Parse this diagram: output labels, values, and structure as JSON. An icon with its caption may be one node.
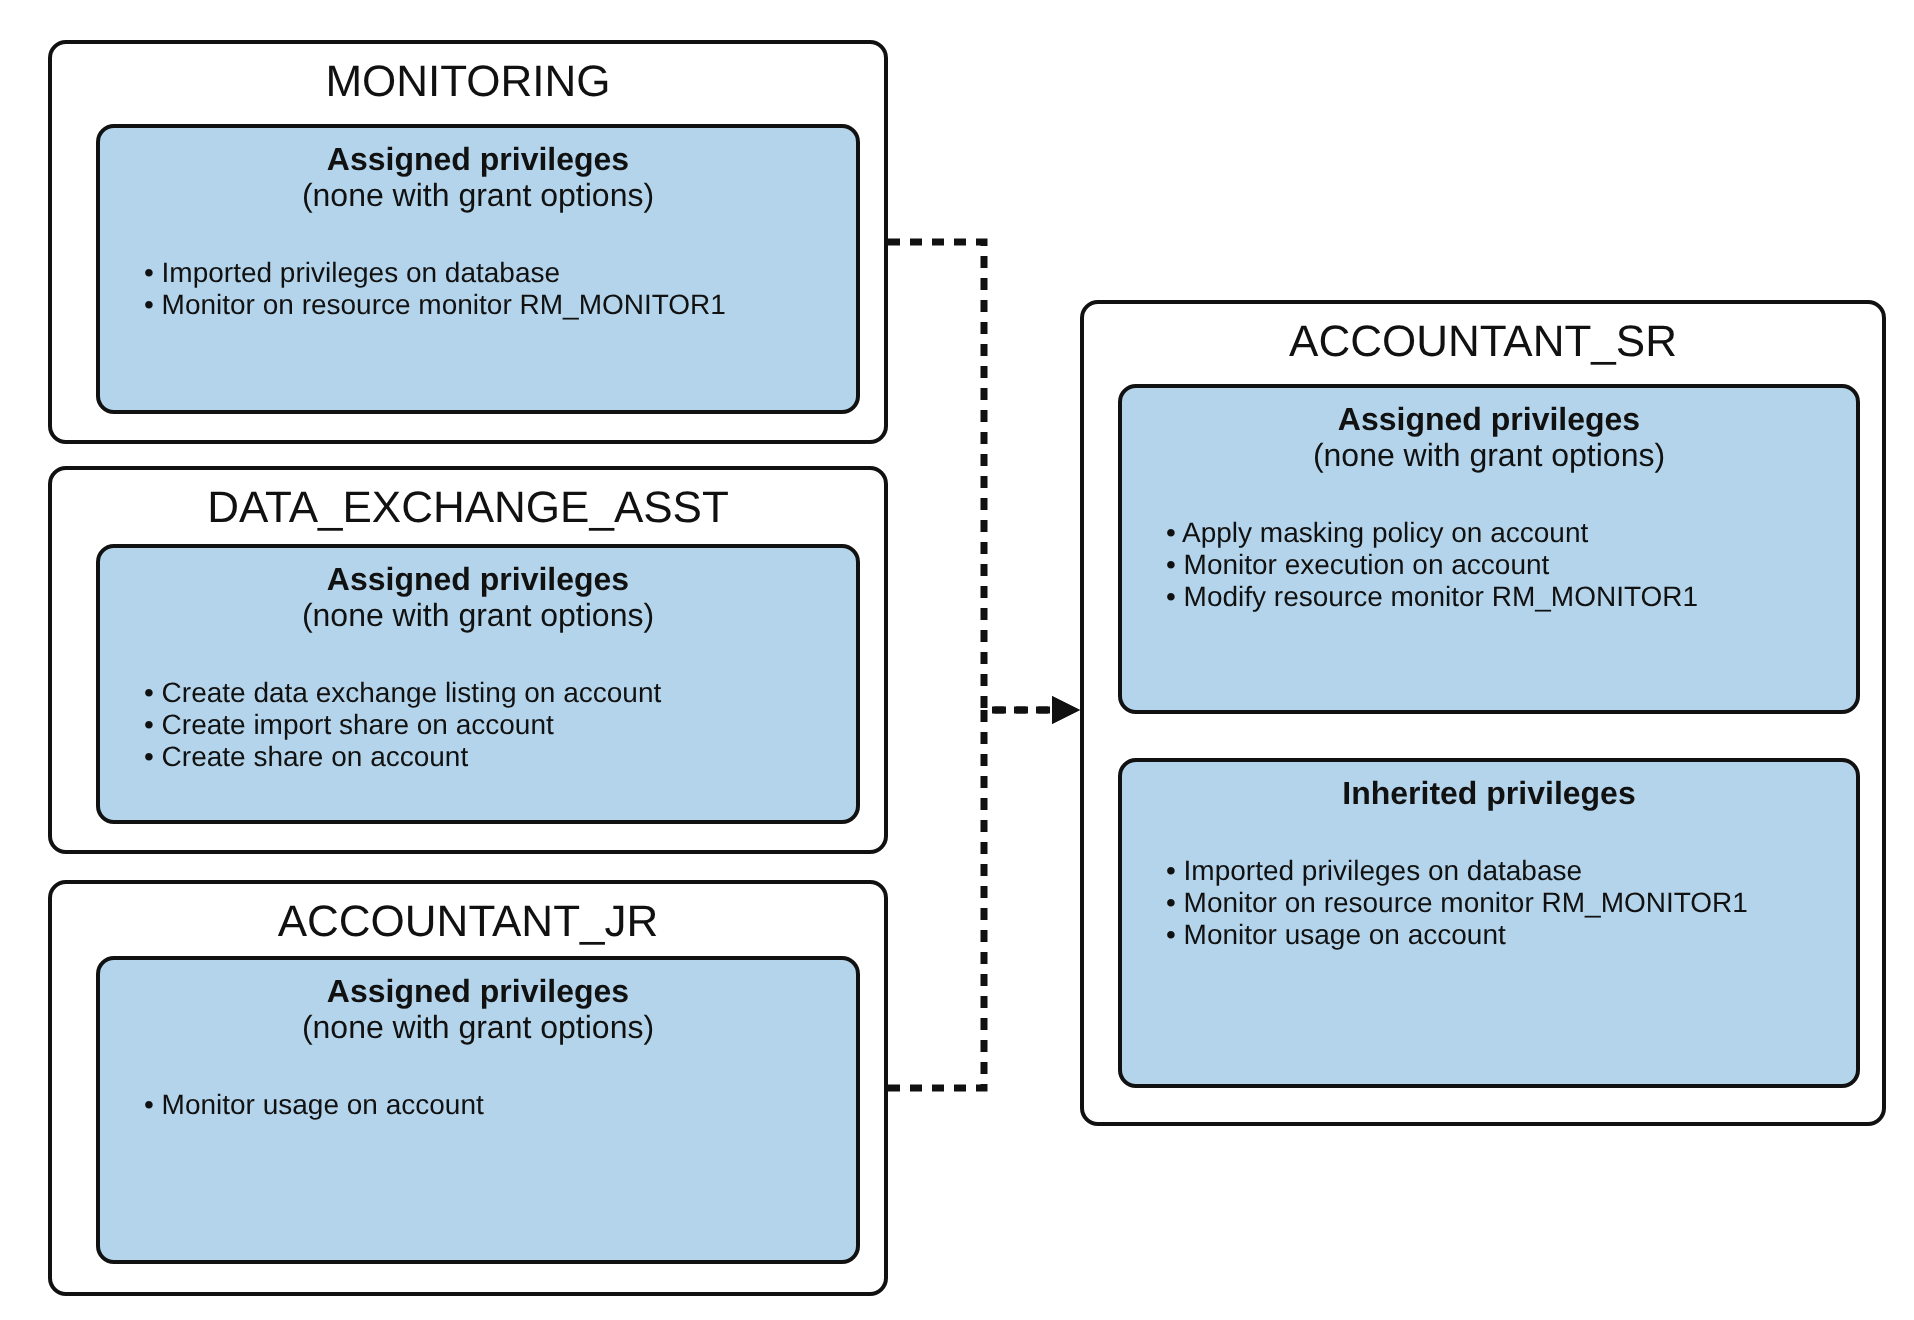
{
  "diagram": {
    "nodes": [
      {
        "text": [
          "MONITORING"
        ]
      },
      {
        "text": [
          "Assigned privileges",
          "(none with grant options)",
          "• Imported privileges on database",
          "• Monitor on resource monitor RM_MONITOR1"
        ],
        "in": 0
      },
      {
        "text": [
          "DATA_EXCHANGE_ASST"
        ]
      },
      {
        "text": [
          "Assigned privileges",
          "(none with grant options)",
          "• Create data exchange listing on account",
          "• Create import share on account",
          "• Create share on account"
        ],
        "in": 2
      },
      {
        "text": [
          "ACCOUNTANT_JR"
        ]
      },
      {
        "text": [
          "Assigned privileges",
          "(none with grant options)",
          "• Monitor usage on account"
        ],
        "in": 4
      },
      {
        "text": [
          "ACCOUNTANT_SR"
        ]
      },
      {
        "text": [
          "Assigned privileges",
          "(none with grant options)",
          "• Apply masking policy on account",
          "• Monitor execution on account",
          "• Modify resource monitor RM_MONITOR1"
        ],
        "in": 6
      },
      {
        "text": [
          "Inherited privileges",
          "• Imported privileges on database",
          "• Monitor on resource monitor RM_MONITOR1",
          "• Monitor usage on account"
        ],
        "in": 6
      }
    ],
    "edges": [
      {
        "from": 0,
        "to": 6,
        "arrow": "to",
        "style": "dashed"
      },
      {
        "from": 4,
        "to": 6,
        "arrow": "to",
        "style": "dashed"
      }
    ]
  }
}
